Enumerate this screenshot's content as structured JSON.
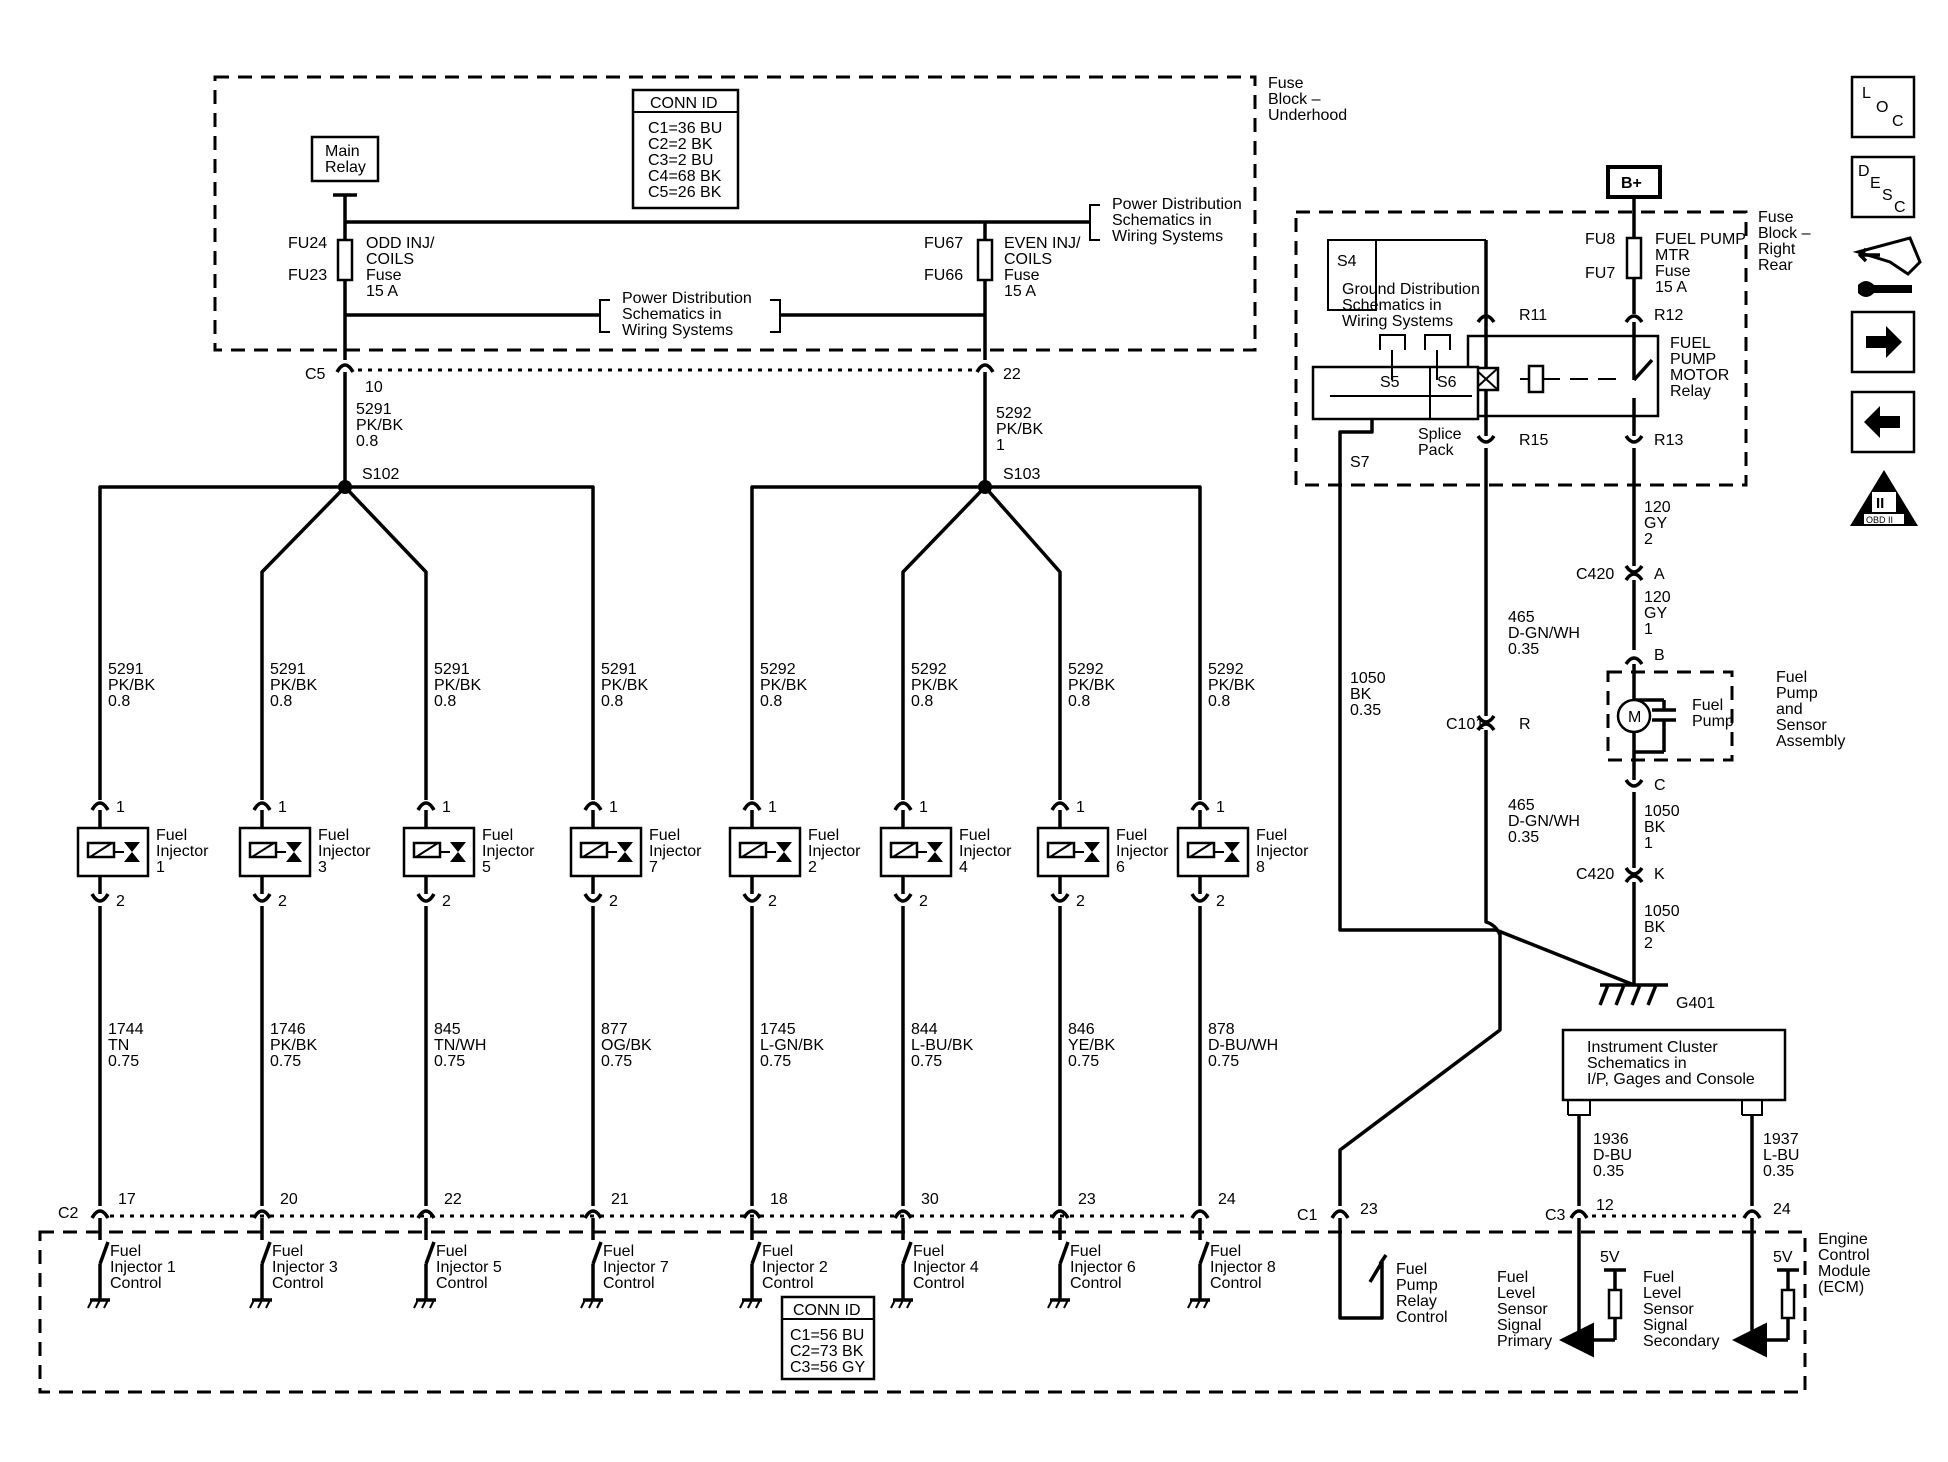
{
  "conn_top": {
    "title": "CONN ID",
    "lines": [
      "C1=36 BU",
      "C2=2 BK",
      "C3=2 BU",
      "C4=68 BK",
      "C5=26 BK"
    ]
  },
  "conn_bottom": {
    "title": "CONN ID",
    "lines": [
      "C1=56 BU",
      "C2=73 BK",
      "C3=56 GY"
    ]
  },
  "fuse_block_underhood": [
    "Fuse",
    "Block –",
    "Underhood"
  ],
  "fuse_block_right_rear": [
    "Fuse",
    "Block –",
    "Right",
    "Rear"
  ],
  "ecm_label": [
    "Engine",
    "Control",
    "Module",
    "(ECM)"
  ],
  "main_relay": [
    "Main",
    "Relay"
  ],
  "power_dist_right": [
    "Power Distribution",
    "Schematics in",
    "Wiring Systems"
  ],
  "power_dist_mid": [
    "Power Distribution",
    "Schematics in",
    "Wiring Systems"
  ],
  "odd_fuse": {
    "id_top": "FU24",
    "id_bottom": "FU23",
    "label": [
      "ODD INJ/",
      "COILS",
      "Fuse",
      "15 A"
    ]
  },
  "even_fuse": {
    "id_top": "FU67",
    "id_bottom": "FU66",
    "label": [
      "EVEN INJ/",
      "COILS",
      "Fuse",
      "15 A"
    ]
  },
  "fuel_pump_fuse": {
    "id_top": "FU8",
    "id_bottom": "FU7",
    "label": [
      "FUEL PUMP",
      "MTR",
      "Fuse",
      "15 A"
    ]
  },
  "bplus": "B+",
  "c5": {
    "name": "C5",
    "pin_left": "10",
    "pin_right": "22"
  },
  "feed_left": [
    "5291",
    "PK/BK",
    "0.8"
  ],
  "feed_right": [
    "5292",
    "PK/BK",
    "1"
  ],
  "splices": {
    "left": "S102",
    "right": "S103"
  },
  "injectors": [
    {
      "label": [
        "Fuel",
        "Injector",
        "1"
      ],
      "feed": [
        "5291",
        "PK/BK",
        "0.8"
      ],
      "ctrl": [
        "1744",
        "TN",
        "0.75"
      ],
      "ecm_pin": "17",
      "ecm_label": [
        "Fuel",
        "Injector 1",
        "Control"
      ],
      "pin_top": "1",
      "pin_bottom": "2"
    },
    {
      "label": [
        "Fuel",
        "Injector",
        "3"
      ],
      "feed": [
        "5291",
        "PK/BK",
        "0.8"
      ],
      "ctrl": [
        "1746",
        "PK/BK",
        "0.75"
      ],
      "ecm_pin": "20",
      "ecm_label": [
        "Fuel",
        "Injector 3",
        "Control"
      ],
      "pin_top": "1",
      "pin_bottom": "2"
    },
    {
      "label": [
        "Fuel",
        "Injector",
        "5"
      ],
      "feed": [
        "5291",
        "PK/BK",
        "0.8"
      ],
      "ctrl": [
        "845",
        "TN/WH",
        "0.75"
      ],
      "ecm_pin": "22",
      "ecm_label": [
        "Fuel",
        "Injector 5",
        "Control"
      ],
      "pin_top": "1",
      "pin_bottom": "2"
    },
    {
      "label": [
        "Fuel",
        "Injector",
        "7"
      ],
      "feed": [
        "5291",
        "PK/BK",
        "0.8"
      ],
      "ctrl": [
        "877",
        "OG/BK",
        "0.75"
      ],
      "ecm_pin": "21",
      "ecm_label": [
        "Fuel",
        "Injector 7",
        "Control"
      ],
      "pin_top": "1",
      "pin_bottom": "2"
    },
    {
      "label": [
        "Fuel",
        "Injector",
        "2"
      ],
      "feed": [
        "5292",
        "PK/BK",
        "0.8"
      ],
      "ctrl": [
        "1745",
        "L-GN/BK",
        "0.75"
      ],
      "ecm_pin": "18",
      "ecm_label": [
        "Fuel",
        "Injector 2",
        "Control"
      ],
      "pin_top": "1",
      "pin_bottom": "2"
    },
    {
      "label": [
        "Fuel",
        "Injector",
        "4"
      ],
      "feed": [
        "5292",
        "PK/BK",
        "0.8"
      ],
      "ctrl": [
        "844",
        "L-BU/BK",
        "0.75"
      ],
      "ecm_pin": "30",
      "ecm_label": [
        "Fuel",
        "Injector 4",
        "Control"
      ],
      "pin_top": "1",
      "pin_bottom": "2"
    },
    {
      "label": [
        "Fuel",
        "Injector",
        "6"
      ],
      "feed": [
        "5292",
        "PK/BK",
        "0.8"
      ],
      "ctrl": [
        "846",
        "YE/BK",
        "0.75"
      ],
      "ecm_pin": "23",
      "ecm_label": [
        "Fuel",
        "Injector 6",
        "Control"
      ],
      "pin_top": "1",
      "pin_bottom": "2"
    },
    {
      "label": [
        "Fuel",
        "Injector",
        "8"
      ],
      "feed": [
        "5292",
        "PK/BK",
        "0.8"
      ],
      "ctrl": [
        "878",
        "D-BU/WH",
        "0.75"
      ],
      "ecm_pin": "24",
      "ecm_label": [
        "Fuel",
        "Injector 8",
        "Control"
      ],
      "pin_top": "1",
      "pin_bottom": "2"
    }
  ],
  "c2": "C2",
  "c1": {
    "name": "C1",
    "pin": "23"
  },
  "c3": {
    "name": "C3",
    "pin_left": "12",
    "pin_right": "24"
  },
  "splice_pack": {
    "s4": "S4",
    "s5": "S5",
    "s6": "S6",
    "s7": "S7",
    "ground_dist": [
      "Ground Distribution",
      "Schematics in",
      "Wiring Systems"
    ],
    "label": [
      "Splice",
      "Pack"
    ]
  },
  "relay": {
    "r11": "R11",
    "r12": "R12",
    "r13": "R13",
    "r15": "R15",
    "label": [
      "FUEL",
      "PUMP",
      "MOTOR",
      "Relay"
    ]
  },
  "wire_465_top": [
    "465",
    "D-GN/WH",
    "0.35"
  ],
  "wire_465_bottom": [
    "465",
    "D-GN/WH",
    "0.35"
  ],
  "c101": {
    "name": "C101",
    "pin": "R"
  },
  "wire_1050_left": [
    "1050",
    "BK",
    "0.35"
  ],
  "wire_120_top": [
    "120",
    "GY",
    "2"
  ],
  "wire_120_bottom": [
    "120",
    "GY",
    "1"
  ],
  "c420_a": {
    "name": "C420",
    "pin": "A"
  },
  "pin_b": "B",
  "pin_c": "C",
  "c420_k": {
    "name": "C420",
    "pin": "K"
  },
  "fuel_pump": {
    "motor": "M",
    "label": [
      "Fuel",
      "Pump"
    ],
    "assembly": [
      "Fuel",
      "Pump",
      "and",
      "Sensor",
      "Assembly"
    ]
  },
  "wire_1050_mid": [
    "1050",
    "BK",
    "1"
  ],
  "wire_1050_low": [
    "1050",
    "BK",
    "2"
  ],
  "ground": "G401",
  "instrument_cluster": [
    "Instrument Cluster",
    "Schematics in",
    "I/P, Gages and Console"
  ],
  "wire_1936": [
    "1936",
    "D-BU",
    "0.35"
  ],
  "wire_1937": [
    "1937",
    "L-BU",
    "0.35"
  ],
  "relay_control": [
    "Fuel",
    "Pump",
    "Relay",
    "Control"
  ],
  "level_primary": [
    "Fuel",
    "Level",
    "Sensor",
    "Signal",
    "Primary"
  ],
  "level_secondary": [
    "Fuel",
    "Level",
    "Sensor",
    "Signal",
    "Secondary"
  ],
  "five_v_1": "5V",
  "five_v_2": "5V",
  "side_icons": {
    "loc": [
      "L",
      "O",
      "C"
    ],
    "desc": [
      "D",
      "E",
      "S",
      "C"
    ],
    "obd": [
      "II",
      "OBD II"
    ]
  }
}
